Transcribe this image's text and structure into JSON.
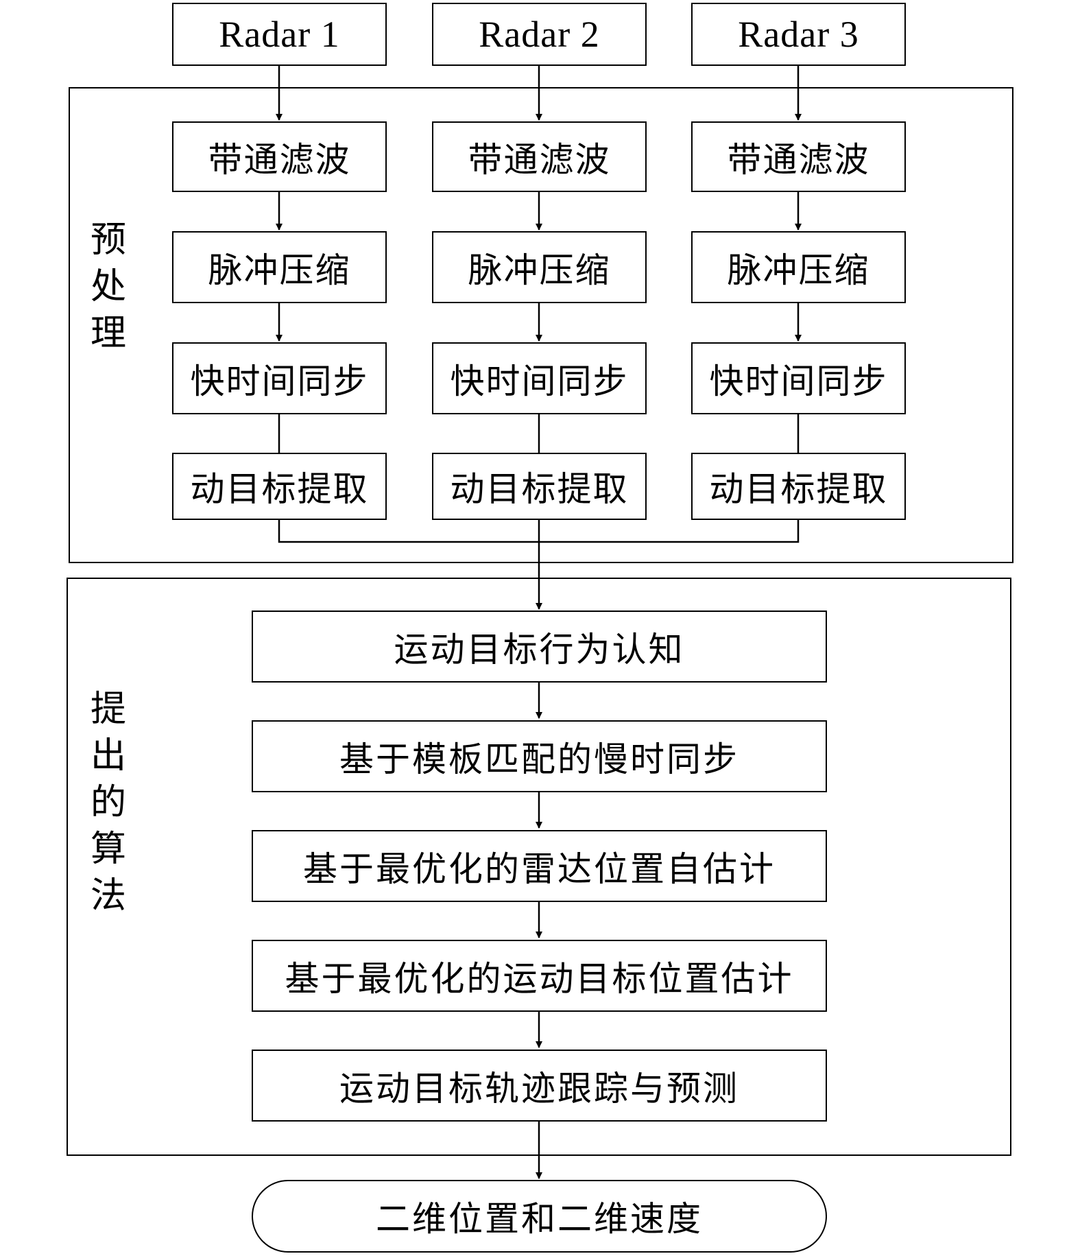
{
  "radars": [
    {
      "label": "Radar 1"
    },
    {
      "label": "Radar 2"
    },
    {
      "label": "Radar 3"
    }
  ],
  "preprocess": {
    "group_label": "预\n处\n理",
    "steps": [
      "带通滤波",
      "脉冲压缩",
      "快时间同步",
      "动目标提取"
    ]
  },
  "algorithm": {
    "group_label": "提\n出\n的\n算\n法",
    "steps": [
      "运动目标行为认知",
      "基于模板匹配的慢时同步",
      "基于最优化的雷达位置自估计",
      "基于最优化的运动目标位置估计",
      "运动目标轨迹跟踪与预测"
    ]
  },
  "output": {
    "label": "二维位置和二维速度"
  }
}
